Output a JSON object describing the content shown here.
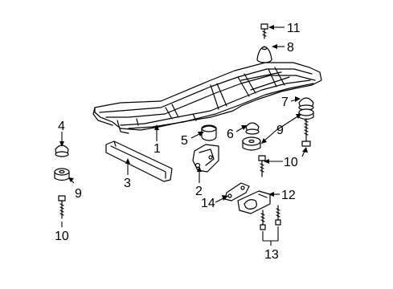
{
  "callouts": {
    "c1": "1",
    "c2": "2",
    "c3": "3",
    "c4": "4",
    "c5": "5",
    "c6": "6",
    "c7": "7",
    "c8": "8",
    "c9a": "9",
    "c9b": "9",
    "c10a": "10",
    "c10b": "10",
    "c11": "11",
    "c12": "12",
    "c13": "13",
    "c14": "14"
  }
}
